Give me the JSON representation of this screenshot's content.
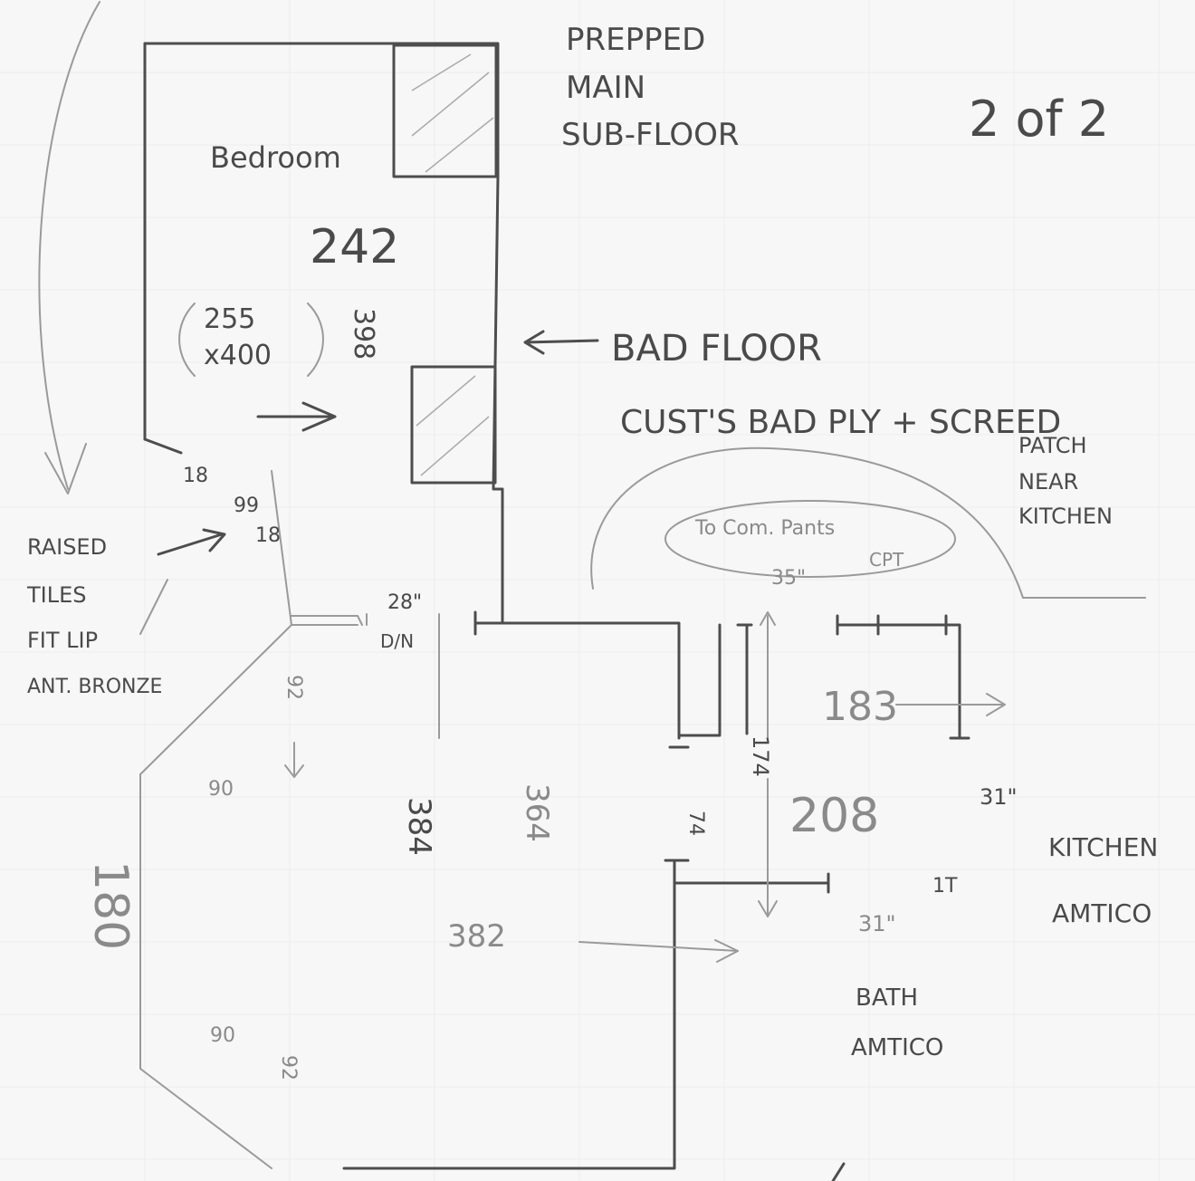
{
  "header": {
    "note_line1": "PREPPED",
    "note_line2": "MAIN",
    "note_line3": "SUB-FLOOR",
    "page_marker": "2 of 2"
  },
  "bedroom": {
    "label": "Bedroom",
    "width": "242",
    "dim_line1": "255",
    "dim_line2": "x400",
    "vertical_dim": "398"
  },
  "bad_floor": {
    "label": "BAD FLOOR",
    "note": "CUST'S BAD PLY + SCREED",
    "note2_line1": "PATCH",
    "note2_line2": "NEAR",
    "note2_line3": "KITCHEN"
  },
  "raised_tiles": {
    "line1": "RAISED",
    "line2": "TILES",
    "line3": "FIT LIP",
    "line4": "ANT. BRONZE"
  },
  "door_dims": {
    "d18a": "18",
    "d99": "99",
    "d18b": "18",
    "d28": "28\"",
    "dn": "D/N",
    "d92a": "92",
    "d90a": "90",
    "d90b": "90",
    "d92b": "92"
  },
  "cupboard": {
    "line1": "To Com. Pants",
    "line2": "CPT"
  },
  "measurements": {
    "m35": "35\"",
    "m183": "183",
    "m174": "174",
    "m208": "208",
    "m31a": "31\"",
    "m31b": "31\"",
    "m1t": "1T",
    "m384": "384",
    "m364": "364",
    "m382": "382",
    "m74": "74",
    "m180": "180"
  },
  "kitchen": {
    "line1": "KITCHEN",
    "line2": "AMTICO"
  },
  "bath": {
    "line1": "BATH",
    "line2": "AMTICO"
  }
}
